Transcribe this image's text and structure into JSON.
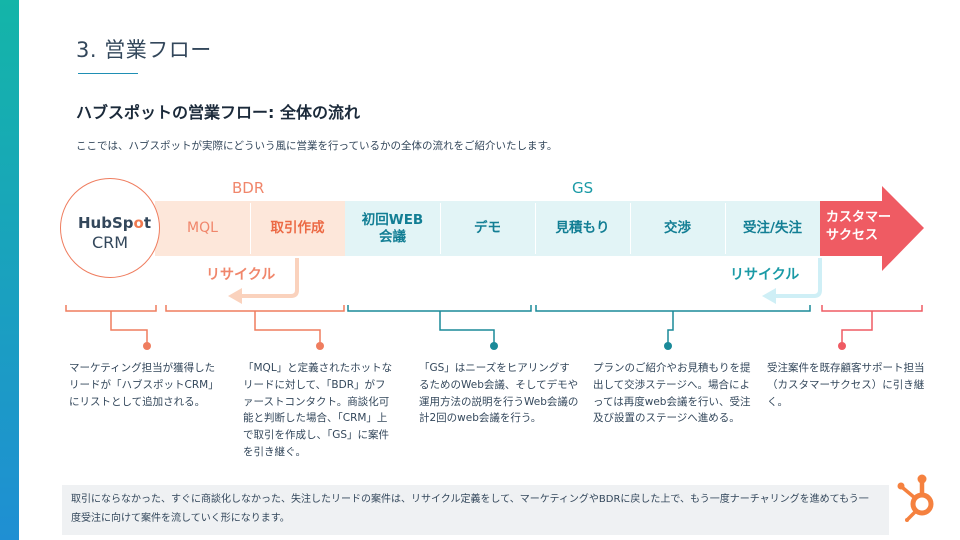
{
  "slide_title": "3. 営業フロー",
  "subtitle": "ハブスポットの営業フロー: 全体の流れ",
  "intro": "ここでは、ハブスポットが実際にどういう風に営業を行っているかの全体の流れをご紹介いたします。",
  "groups": {
    "bdr": "BDR",
    "gs": "GS"
  },
  "crm": {
    "logo_text": "HubSpot",
    "label": "CRM"
  },
  "stages": {
    "mql": "MQL",
    "torihiki": "取引作成",
    "shokai": "初回WEB\n会議",
    "demo": "デモ",
    "mitsumori": "見積もり",
    "kosho": "交渉",
    "juchu": "受注/失注",
    "customer": "カスタマー\nサクセス"
  },
  "recycle": {
    "bdr": "リサイクル",
    "gs": "リサイクル"
  },
  "descriptions": {
    "d1": "マーケティング担当が獲得したリードが「ハブスポットCRM」にリストとして追加される。",
    "d2": "「MQL」と定義されたホットなリードに対して、「BDR」がファーストコンタクト。商談化可能と判断した場合、「CRM」上で取引を作成し、「GS」に案件を引き継ぐ。",
    "d3": "「GS」はニーズをヒアリングするためのWeb会議、そしてデモや運用方法の説明を行うWeb会議の計2回のweb会議を行う。",
    "d4": "プランのご紹介やお見積もりを提出して交渉ステージへ。場合によっては再度web会議を行い、受注及び設置のステージへ進める。",
    "d5": "受注案件を既存顧客サポート担当（カスタマーサクセス）に引き継く。"
  },
  "note": "取引にならなかった、すぐに商談化しなかった、失注したリードの案件は、リサイクル定義をして、マーケティングやBDRに戻した上で、もう一度ナーチャリングを進めてもう一度受注に向けて案件を流していく形になります。",
  "colors": {
    "coral": "#ef7d5f",
    "teal": "#1a8a99",
    "customer_arrow": "#ef5b63",
    "bdr_band": "#fde7da",
    "gs_band": "#e2f4f6",
    "hubspot_orange": "#f5813f"
  },
  "icons": {
    "brand": "hubspot-sprocket-icon"
  }
}
